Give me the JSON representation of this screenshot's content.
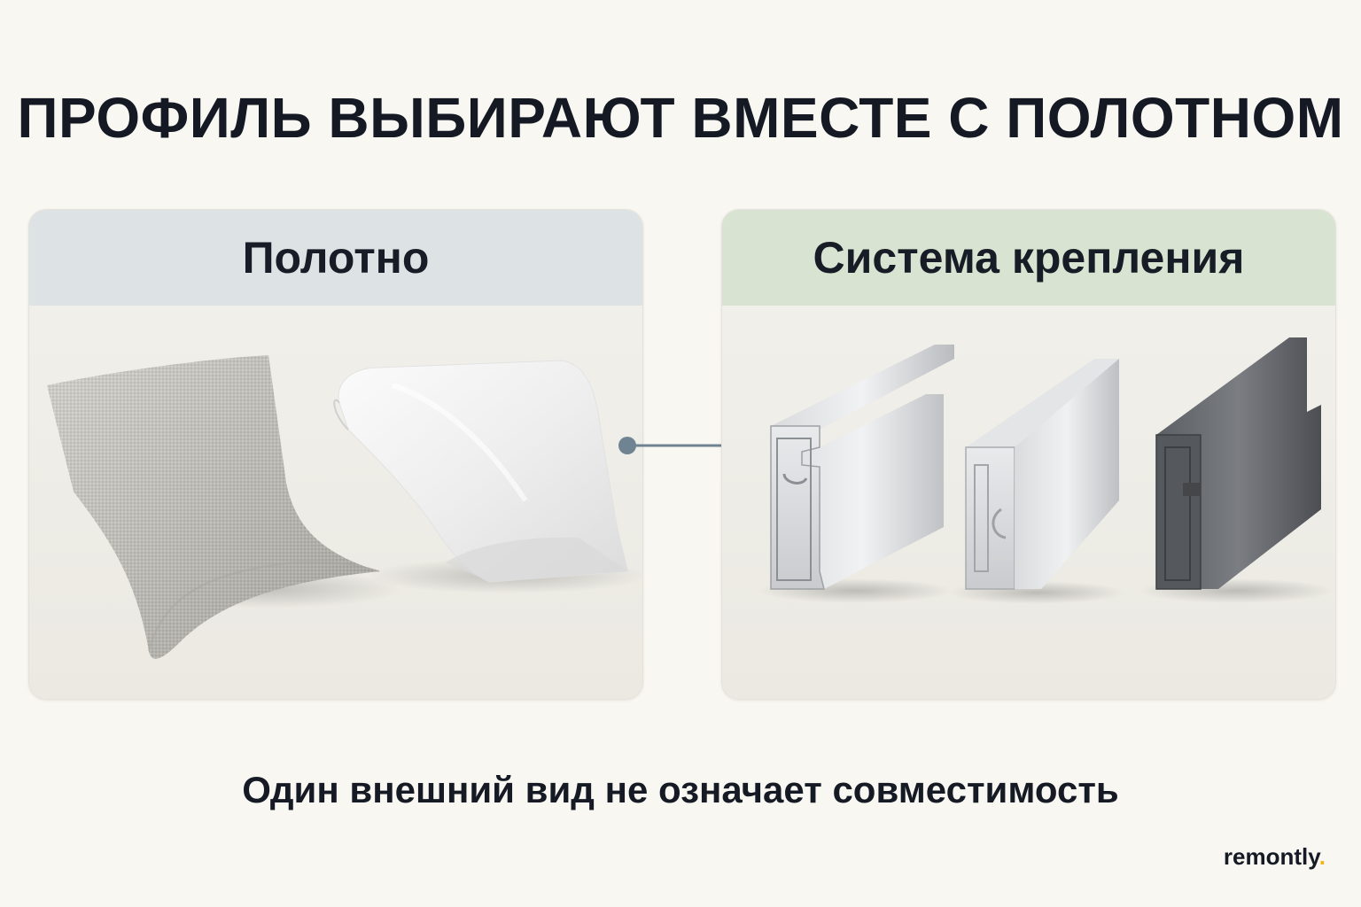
{
  "title": "ПРОФИЛЬ ВЫБИРАЮТ ВМЕСТЕ С ПОЛОТНОМ",
  "panels": {
    "left": {
      "header": "Полотно",
      "header_color": "#dde2e5"
    },
    "right": {
      "header": "Система крепления",
      "header_color": "#d9e3d1"
    }
  },
  "subtitle": "Один внешний вид не означает совместимость",
  "brand": {
    "name": "remontly",
    "dot": "."
  },
  "colors": {
    "connector": "#6f8393",
    "brand_dot": "#f2b418",
    "text": "#151a24"
  }
}
